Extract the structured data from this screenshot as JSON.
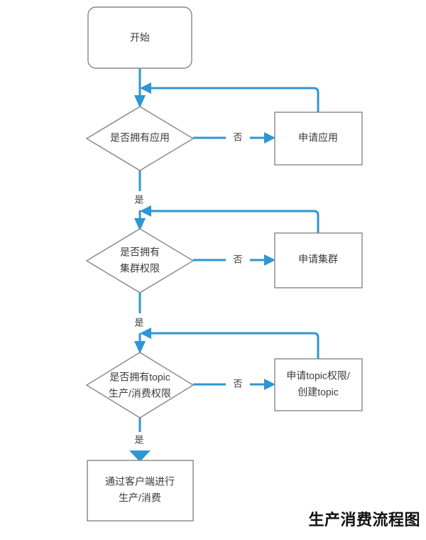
{
  "diagram": {
    "caption": "生产消费流程图",
    "colors": {
      "connector": "#2e96d4",
      "shape_stroke": "#878787",
      "shape_fill": "#ffffff",
      "text": "#3c3c3c",
      "caption_text": "#111111",
      "background": "#ffffff"
    },
    "nodes": {
      "start": {
        "label": "开始",
        "shape": "rounded-rectangle"
      },
      "decision_app": {
        "label": "是否拥有应用",
        "shape": "diamond"
      },
      "action_app": {
        "label": "申请应用",
        "shape": "rectangle"
      },
      "decision_cluster": {
        "label_line1": "是否拥有",
        "label_line2": "集群权限",
        "shape": "diamond"
      },
      "action_cluster": {
        "label": "申请集群",
        "shape": "rectangle"
      },
      "decision_topic": {
        "label_line1": "是否拥有topic",
        "label_line2": "生产/消费权限",
        "shape": "diamond"
      },
      "action_topic": {
        "label_line1": "申请topic权限/",
        "label_line2": "创建topic",
        "shape": "rectangle"
      },
      "end": {
        "label_line1": "通过客户端进行",
        "label_line2": "生产/消费",
        "shape": "rectangle"
      }
    },
    "edge_labels": {
      "no_app": "否",
      "yes_app": "是",
      "no_cluster": "否",
      "yes_cluster": "是",
      "no_topic": "否",
      "yes_topic": "是"
    }
  }
}
